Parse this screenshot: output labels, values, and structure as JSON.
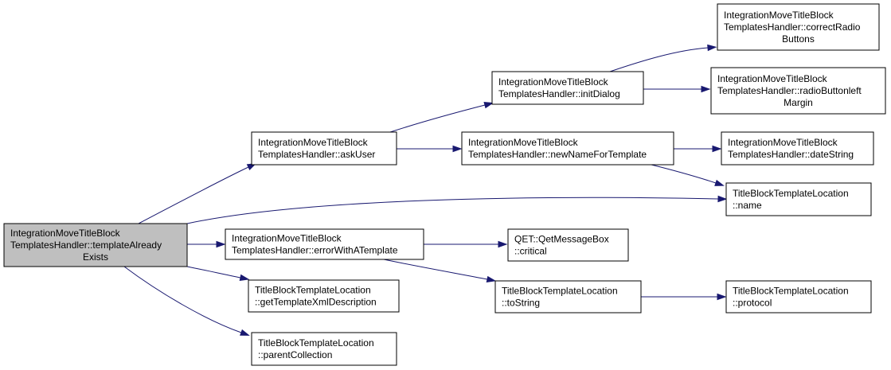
{
  "diagram": {
    "edge_color": "#191970",
    "root_fill": "#bfbfbf",
    "nodes": [
      {
        "id": "templateAlreadyExists",
        "lines": [
          "IntegrationMoveTitleBlock",
          "TemplatesHandler::templateAlready",
          "Exists"
        ],
        "root": true
      },
      {
        "id": "askUser",
        "lines": [
          "IntegrationMoveTitleBlock",
          "TemplatesHandler::askUser"
        ]
      },
      {
        "id": "errorWithATemplate",
        "lines": [
          "IntegrationMoveTitleBlock",
          "TemplatesHandler::errorWithATemplate"
        ]
      },
      {
        "id": "getTemplateXmlDescription",
        "lines": [
          "TitleBlockTemplateLocation",
          "::getTemplateXmlDescription"
        ]
      },
      {
        "id": "parentCollection",
        "lines": [
          "TitleBlockTemplateLocation",
          "::parentCollection"
        ]
      },
      {
        "id": "initDialog",
        "lines": [
          "IntegrationMoveTitleBlock",
          "TemplatesHandler::initDialog"
        ]
      },
      {
        "id": "newNameForTemplate",
        "lines": [
          "IntegrationMoveTitleBlock",
          "TemplatesHandler::newNameForTemplate"
        ]
      },
      {
        "id": "critical",
        "lines": [
          "QET::QetMessageBox",
          "::critical"
        ]
      },
      {
        "id": "toString",
        "lines": [
          "TitleBlockTemplateLocation",
          "::toString"
        ]
      },
      {
        "id": "correctRadioButtons",
        "lines": [
          "IntegrationMoveTitleBlock",
          "TemplatesHandler::correctRadio",
          "Buttons"
        ]
      },
      {
        "id": "radioButtonleftMargin",
        "lines": [
          "IntegrationMoveTitleBlock",
          "TemplatesHandler::radioButtonleft",
          "Margin"
        ]
      },
      {
        "id": "dateString",
        "lines": [
          "IntegrationMoveTitleBlock",
          "TemplatesHandler::dateString"
        ]
      },
      {
        "id": "name",
        "lines": [
          "TitleBlockTemplateLocation",
          "::name"
        ]
      },
      {
        "id": "protocol",
        "lines": [
          "TitleBlockTemplateLocation",
          "::protocol"
        ]
      }
    ],
    "edges": [
      {
        "from": "templateAlreadyExists",
        "to": "askUser"
      },
      {
        "from": "templateAlreadyExists",
        "to": "name"
      },
      {
        "from": "templateAlreadyExists",
        "to": "errorWithATemplate"
      },
      {
        "from": "templateAlreadyExists",
        "to": "getTemplateXmlDescription"
      },
      {
        "from": "templateAlreadyExists",
        "to": "parentCollection"
      },
      {
        "from": "askUser",
        "to": "initDialog"
      },
      {
        "from": "askUser",
        "to": "newNameForTemplate"
      },
      {
        "from": "initDialog",
        "to": "correctRadioButtons"
      },
      {
        "from": "initDialog",
        "to": "radioButtonleftMargin"
      },
      {
        "from": "newNameForTemplate",
        "to": "dateString"
      },
      {
        "from": "newNameForTemplate",
        "to": "name"
      },
      {
        "from": "errorWithATemplate",
        "to": "critical"
      },
      {
        "from": "errorWithATemplate",
        "to": "toString"
      },
      {
        "from": "toString",
        "to": "protocol"
      }
    ]
  }
}
